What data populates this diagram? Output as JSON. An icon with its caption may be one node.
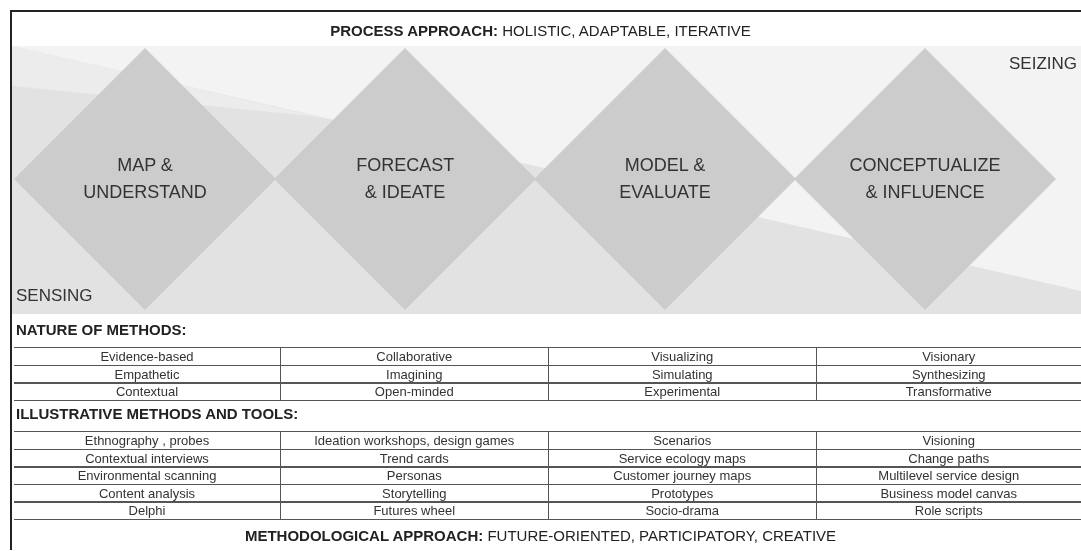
{
  "diagram": {
    "title": "**PROCESS APPROACH:** HOLISTIC, ADAPTABLE, ITERATIVE",
    "caption": "**METHODOLOGICAL APPROACH:** FUTURE-ORIENTED, PARTICIPATORY, CREATIVE",
    "nodes": [
      {
        "text": [
          "MAP & UNDERSTAND"
        ]
      },
      {
        "text": [
          "FORECAST & IDEATE"
        ]
      },
      {
        "text": [
          "MODEL & EVALUATE"
        ]
      },
      {
        "text": [
          "CONCEPTUALIZE & INFLUENCE"
        ]
      }
    ],
    "labels": [
      "SEIZING",
      "SENSING",
      "NATURE OF METHODS:",
      "Evidence-based",
      "Collaborative",
      "Visualizing",
      "Visionary",
      "Empathetic",
      "Imagining",
      "Simulating",
      "Synthesizing",
      "Contextual",
      "Open-minded",
      "Experimental",
      "Transformative",
      "ILLUSTRATIVE METHODS AND TOOLS:",
      "Ethnography , probes",
      "Ideation workshops, design games",
      "Scenarios",
      "Visioning",
      "Contextual interviews",
      "Trend cards",
      "Service ecology maps",
      "Change paths",
      "Environmental scanning",
      "Personas",
      "Customer journey maps",
      "Multilevel service design",
      "Content analysis",
      "Storytelling",
      "Prototypes",
      "Business model canvas",
      "Delphi",
      "Futures wheel",
      "Socio-drama",
      "Role scripts"
    ]
  }
}
